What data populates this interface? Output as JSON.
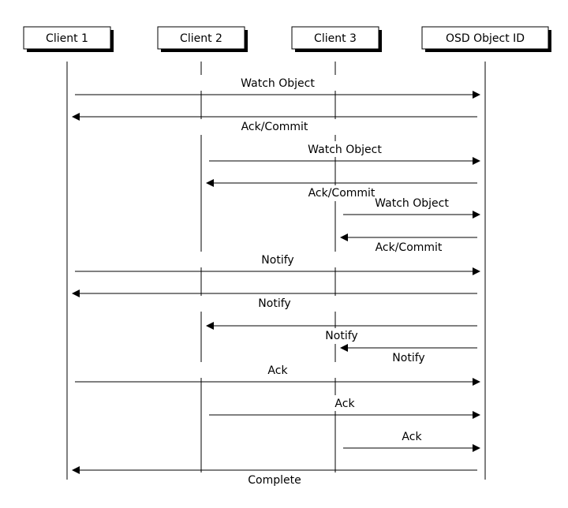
{
  "actors": [
    {
      "id": "c1",
      "label": "Client 1"
    },
    {
      "id": "c2",
      "label": "Client 2"
    },
    {
      "id": "c3",
      "label": "Client 3"
    },
    {
      "id": "osd",
      "label": "OSD Object ID"
    }
  ],
  "messages": [
    {
      "from": "c1",
      "to": "osd",
      "label": "Watch Object"
    },
    {
      "from": "osd",
      "to": "c1",
      "label": "Ack/Commit"
    },
    {
      "from": "c2",
      "to": "osd",
      "label": "Watch Object"
    },
    {
      "from": "osd",
      "to": "c2",
      "label": "Ack/Commit"
    },
    {
      "from": "c3",
      "to": "osd",
      "label": "Watch Object"
    },
    {
      "from": "osd",
      "to": "c3",
      "label": "Ack/Commit"
    },
    {
      "from": "c1",
      "to": "osd",
      "label": "Notify"
    },
    {
      "from": "osd",
      "to": "c1",
      "label": "Notify"
    },
    {
      "from": "osd",
      "to": "c2",
      "label": "Notify"
    },
    {
      "from": "osd",
      "to": "c3",
      "label": "Notify"
    },
    {
      "from": "c1",
      "to": "osd",
      "label": "Ack"
    },
    {
      "from": "c2",
      "to": "osd",
      "label": "Ack"
    },
    {
      "from": "c3",
      "to": "osd",
      "label": "Ack"
    },
    {
      "from": "osd",
      "to": "c1",
      "label": "Complete"
    }
  ]
}
